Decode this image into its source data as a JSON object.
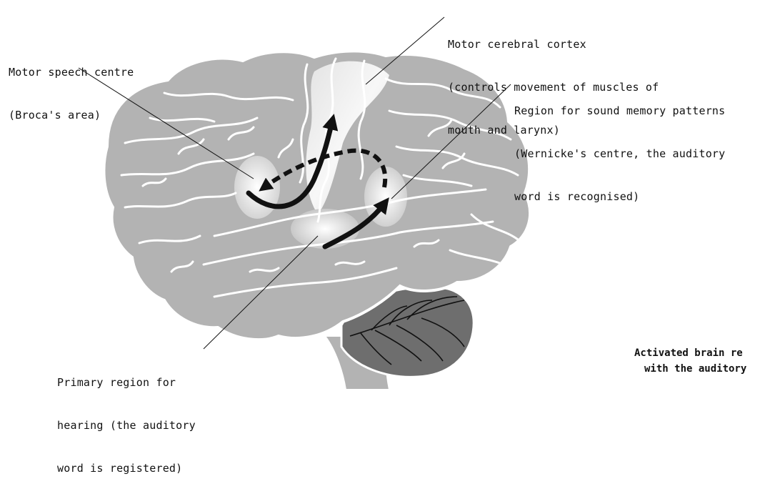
{
  "labels": {
    "motor_speech": [
      "Motor speech centre",
      "(Broca's area)"
    ],
    "motor_cortex": [
      "Motor cerebral cortex",
      "(controls movement of muscles of",
      "mouth and larynx)"
    ],
    "sound_memory": [
      "Region for sound memory patterns",
      "(Wernicke's centre, the auditory",
      "word is recognised)"
    ],
    "hearing": [
      "Primary region for",
      "hearing (the auditory",
      "word is registered)"
    ]
  },
  "caption": [
    "Activated brain re",
    "with the auditory"
  ],
  "colors": {
    "brain_fill": "#b3b3b3",
    "brain_outline": "#ffffff",
    "sulci": "#ffffff",
    "highlight": "#f4f4f4",
    "cerebellum": "#6e6e6e",
    "arrow": "#111111",
    "leader": "#111111"
  }
}
